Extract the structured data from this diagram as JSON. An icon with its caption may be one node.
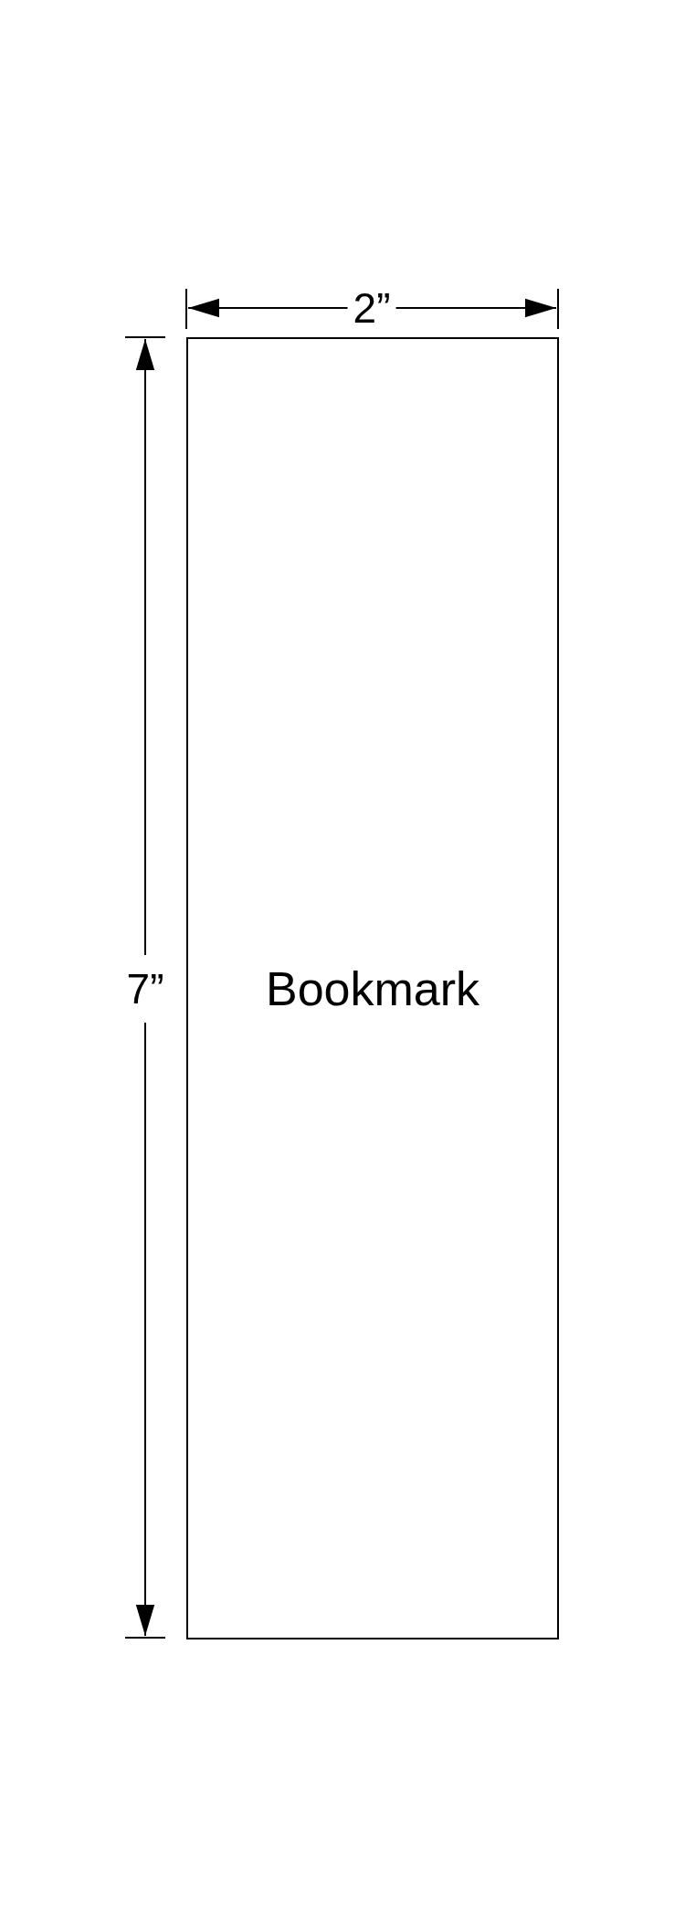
{
  "diagram": {
    "nodes": [
      {
        "text": [
          "Bookmark"
        ]
      }
    ],
    "labels": [
      "2”",
      "7”"
    ]
  }
}
